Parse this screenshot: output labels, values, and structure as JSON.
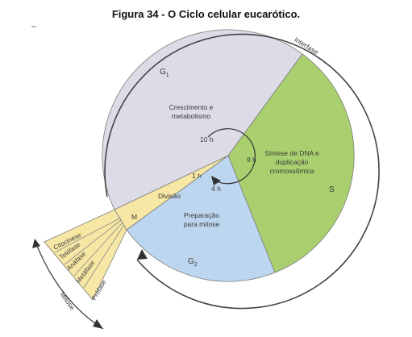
{
  "figure_title": "Figura 34 - O Ciclo celular eucarótico.",
  "phases": {
    "g1": {
      "label": "G",
      "sub": "1",
      "desc_line1": "Crescimento e",
      "desc_line2": "metabolismo",
      "duration": "10 h",
      "color": "#dcdbe6"
    },
    "s": {
      "label": "S",
      "desc_line1": "Síntese de DNA e",
      "desc_line2": "duplicação",
      "desc_line3": "cromossômica",
      "duration": "9 h",
      "color": "#a9cf6e"
    },
    "g2": {
      "label": "G",
      "sub": "2",
      "desc_line1": "Preparação",
      "desc_line2": "para mitose",
      "duration": "4 h",
      "color": "#bcd6ef"
    },
    "m": {
      "label": "M",
      "desc": "Divisão",
      "duration": "1 h",
      "color": "#f7e7a4"
    }
  },
  "outer_labels": {
    "interphase": "Interfase",
    "mitosis": "Mitose"
  },
  "mitosis_phases": [
    "Prófase",
    "Metáfase",
    "Anáfase",
    "Telófase",
    "Citocinese"
  ]
}
